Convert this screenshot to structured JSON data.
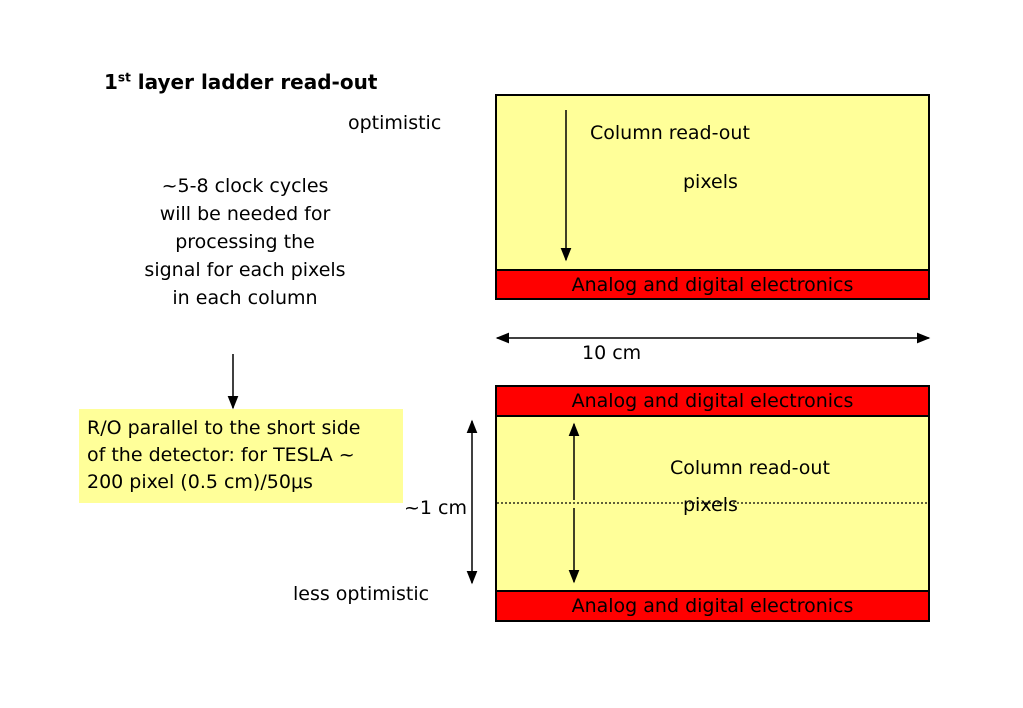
{
  "title": {
    "prefix": "1",
    "sup": "st",
    "rest": " layer ladder read-out"
  },
  "labels": {
    "optimistic": "optimistic",
    "less_optimistic": "less optimistic",
    "width": "10 cm",
    "height": "~1 cm"
  },
  "explanation": [
    "~5-8 clock cycles",
    "will be needed for",
    "processing the",
    "signal for each pixels",
    "in each column"
  ],
  "note": {
    "line1": "R/O parallel to the short side",
    "line2": "of the detector: for TESLA ~",
    "line3_prefix": "200 pixel (0.5 cm)/50",
    "line3_mu": "μ",
    "line3_suffix": "s"
  },
  "top_diagram": {
    "readout_label": "Column read-out",
    "pixels_label": "pixels",
    "electronics_label": "Analog and digital electronics"
  },
  "bottom_diagram": {
    "electronics_top_label": "Analog and digital electronics",
    "readout_label": "Column read-out",
    "pixels_label": "pixels",
    "electronics_bottom_label": "Analog and digital electronics"
  },
  "colors": {
    "pixel_area": "#ffff99",
    "electronics": "#ff0000",
    "note_box": "#ffff99"
  }
}
